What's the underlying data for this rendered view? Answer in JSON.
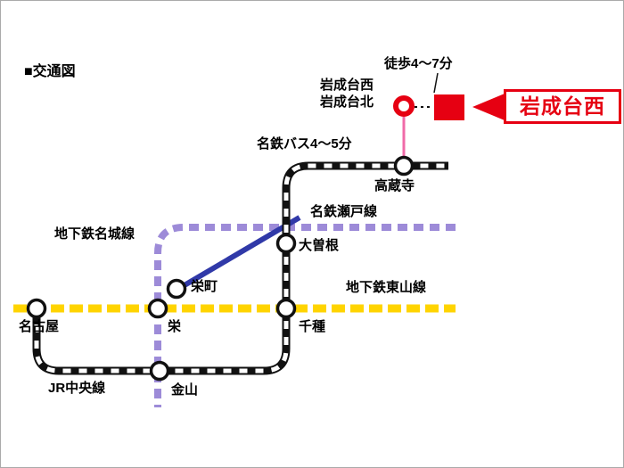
{
  "title": "■交通図",
  "destination": {
    "name_box": "岩成台西",
    "walk_time": "徒歩4～7分",
    "bus_time": "名鉄バス4～5分",
    "bus_stop_line1": "岩成台西",
    "bus_stop_line2": "岩成台北"
  },
  "lines": {
    "jr_chuo": {
      "label": "JR中央線",
      "style": "black-white-railroad",
      "color": "#111111"
    },
    "higashiyama": {
      "label": "地下鉄東山線",
      "style": "yellow-dashed",
      "color": "#ffd400"
    },
    "meijo": {
      "label": "地下鉄名城線",
      "style": "purple-dashed",
      "color": "#9d8bd8"
    },
    "seto": {
      "label": "名鉄瀬戸線",
      "style": "blue-solid-and-purple-dashed",
      "color": "#3039a8"
    },
    "bus_link": {
      "style": "pink-solid",
      "color": "#f06ba8"
    }
  },
  "stations": [
    {
      "name": "高蔵寺"
    },
    {
      "name": "大曽根"
    },
    {
      "name": "栄町"
    },
    {
      "name": "栄"
    },
    {
      "name": "千種"
    },
    {
      "name": "名古屋"
    },
    {
      "name": "金山"
    }
  ],
  "colors": {
    "accent_red": "#e60012",
    "line_yellow": "#ffd400",
    "line_purple": "#9d8bd8",
    "line_blue": "#3039a8",
    "line_pink": "#f06ba8",
    "rail_black": "#111111"
  }
}
